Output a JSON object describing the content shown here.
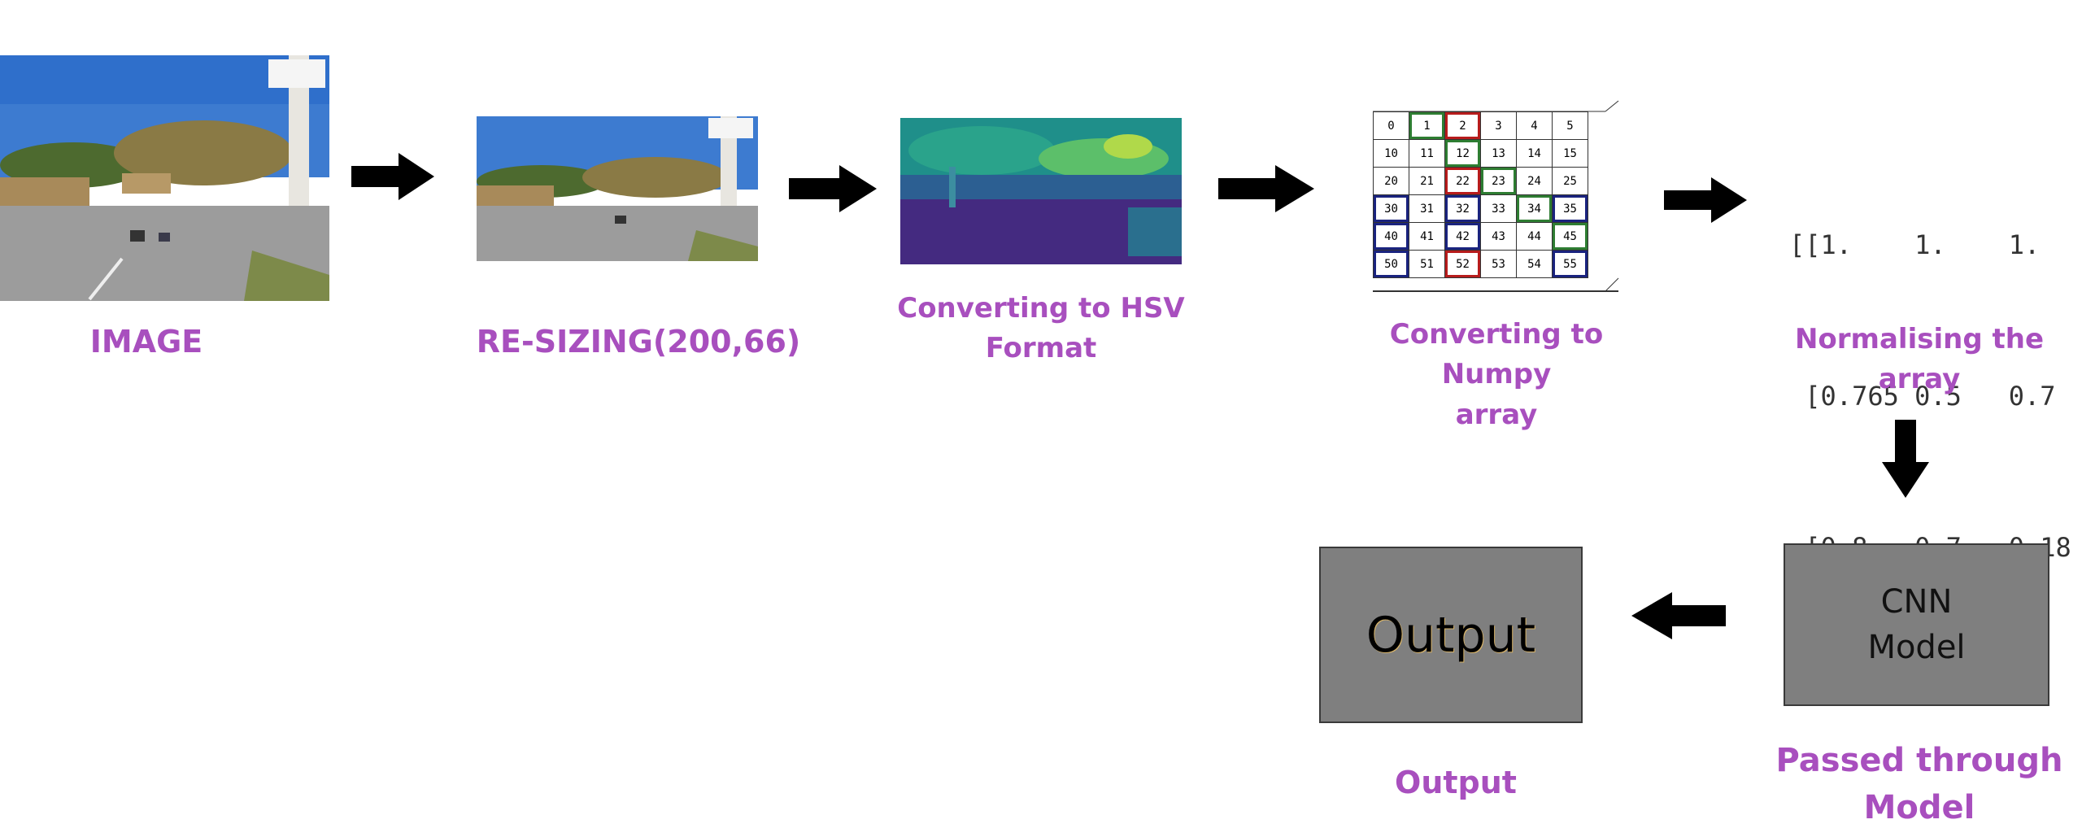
{
  "steps": {
    "image": {
      "label": "IMAGE"
    },
    "resize": {
      "label": "RE-SIZING(200,66)"
    },
    "hsv": {
      "label_line1": "Converting to HSV",
      "label_line2": "Format"
    },
    "numpy": {
      "label_line1": "Converting to Numpy",
      "label_line2": "array"
    },
    "normalise": {
      "label": "Normalising the array"
    },
    "model": {
      "label_line1": "Passed through",
      "label_line2": "Model",
      "box_line1": "CNN",
      "box_line2": "Model"
    },
    "output": {
      "label": "Output",
      "box_text": "Output"
    }
  },
  "numpy_grid": [
    [
      "0",
      "1",
      "2",
      "3",
      "4",
      "5"
    ],
    [
      "10",
      "11",
      "12",
      "13",
      "14",
      "15"
    ],
    [
      "20",
      "21",
      "22",
      "23",
      "24",
      "25"
    ],
    [
      "30",
      "31",
      "32",
      "33",
      "34",
      "35"
    ],
    [
      "40",
      "41",
      "42",
      "43",
      "44",
      "45"
    ],
    [
      "50",
      "51",
      "52",
      "53",
      "54",
      "55"
    ]
  ],
  "matrix_rows": [
    "[[1.    1.    1.   ]",
    " [0.765 0.5   0.7  ]",
    " [0.8   0.7   0.18 ]]"
  ],
  "colors": {
    "label": "#a84fbe",
    "arrow": "#000000",
    "box_fill": "#7f7f7f",
    "grid_green": "#2e7d32",
    "grid_red": "#b71c1c",
    "grid_blue": "#1a237e"
  }
}
